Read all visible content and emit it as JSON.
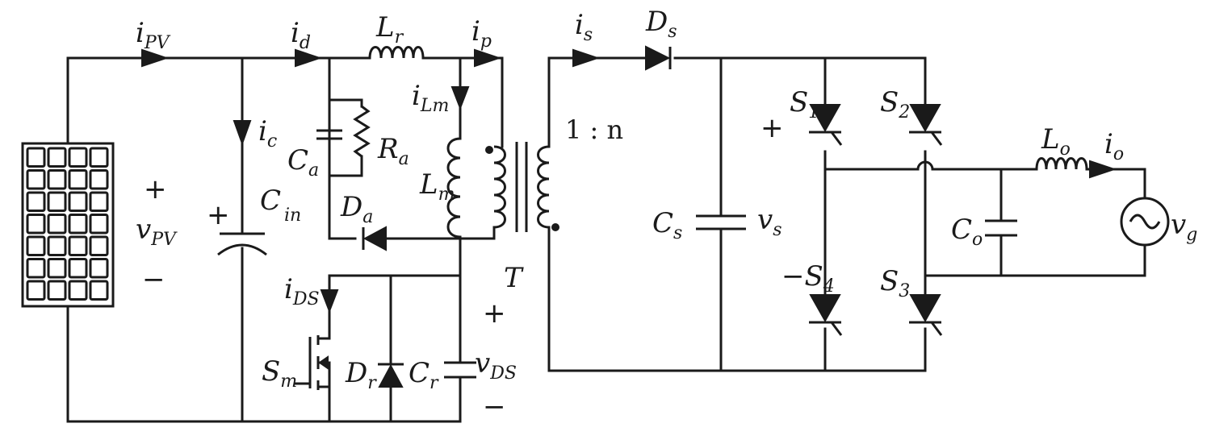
{
  "labels": {
    "i_pv": {
      "main": "i",
      "sub": "PV"
    },
    "i_d": {
      "main": "i",
      "sub": "d"
    },
    "l_r": {
      "main": "L",
      "sub": "r"
    },
    "i_p": {
      "main": "i",
      "sub": "p"
    },
    "i_s": {
      "main": "i",
      "sub": "s"
    },
    "d_s": {
      "main": "D",
      "sub": "s"
    },
    "i_lm": {
      "main": "i",
      "sub": "Lm"
    },
    "i_c": {
      "main": "i",
      "sub": "c"
    },
    "c_a": {
      "main": "C",
      "sub": "a"
    },
    "r_a": {
      "main": "R",
      "sub": "a"
    },
    "l_m": {
      "main": "L",
      "sub": "m"
    },
    "d_a": {
      "main": "D",
      "sub": "a"
    },
    "c_in": {
      "main": "C",
      "sub": "in"
    },
    "v_pv": {
      "main": "v",
      "sub": "PV"
    },
    "ratio": "1 : n",
    "t": "T",
    "c_s": {
      "main": "C",
      "sub": "s"
    },
    "v_s": {
      "main": "v",
      "sub": "s"
    },
    "s1": {
      "main": "S",
      "sub": "1"
    },
    "s2": {
      "main": "S",
      "sub": "2"
    },
    "s3": {
      "main": "S",
      "sub": "3"
    },
    "s4": {
      "main": "S",
      "sub": "4"
    },
    "l_o": {
      "main": "L",
      "sub": "o"
    },
    "i_o": {
      "main": "i",
      "sub": "o"
    },
    "c_o": {
      "main": "C",
      "sub": "o"
    },
    "v_g": {
      "main": "v",
      "sub": "g"
    },
    "i_ds": {
      "main": "i",
      "sub": "DS"
    },
    "s_m": {
      "main": "S",
      "sub": "m"
    },
    "d_r": {
      "main": "D",
      "sub": "r"
    },
    "c_r": {
      "main": "C",
      "sub": "r"
    },
    "v_ds": {
      "main": "v",
      "sub": "DS"
    }
  },
  "signs": {
    "plus": "+",
    "minus": "−",
    "s4_minus": "−"
  }
}
